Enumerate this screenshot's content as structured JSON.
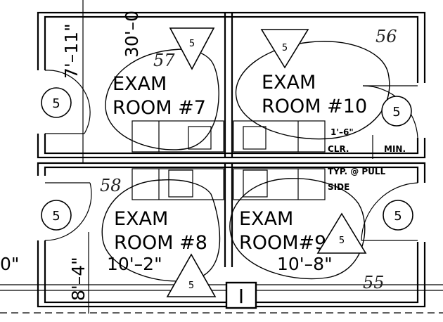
{
  "rooms": [
    {
      "line1": "EXAM",
      "line2": "ROOM #7",
      "dimension": ""
    },
    {
      "line1": "EXAM",
      "line2": "ROOM #10",
      "dimension": ""
    },
    {
      "line1": "EXAM",
      "line2": "ROOM #8",
      "dimension": "10'–2\""
    },
    {
      "line1": "EXAM",
      "line2": "ROOM#9",
      "dimension": "10'–8\""
    }
  ],
  "tags": {
    "circle": "5",
    "triangle": "5",
    "section_marker": "I"
  },
  "dimensions": {
    "upper_left_vertical": "7'–11\"",
    "lower_left_vertical": "8'–4\"",
    "top_rotated": "30'–0",
    "edge_partial": "0\""
  },
  "note": {
    "clearance": "1'–6\"",
    "clr": "CLR.",
    "min": "MIN.",
    "line1": "TYP. @ PULL",
    "line2": "SIDE"
  },
  "handwritten": {
    "room7": "57",
    "room10": "56",
    "room8": "58",
    "room9": "55"
  }
}
